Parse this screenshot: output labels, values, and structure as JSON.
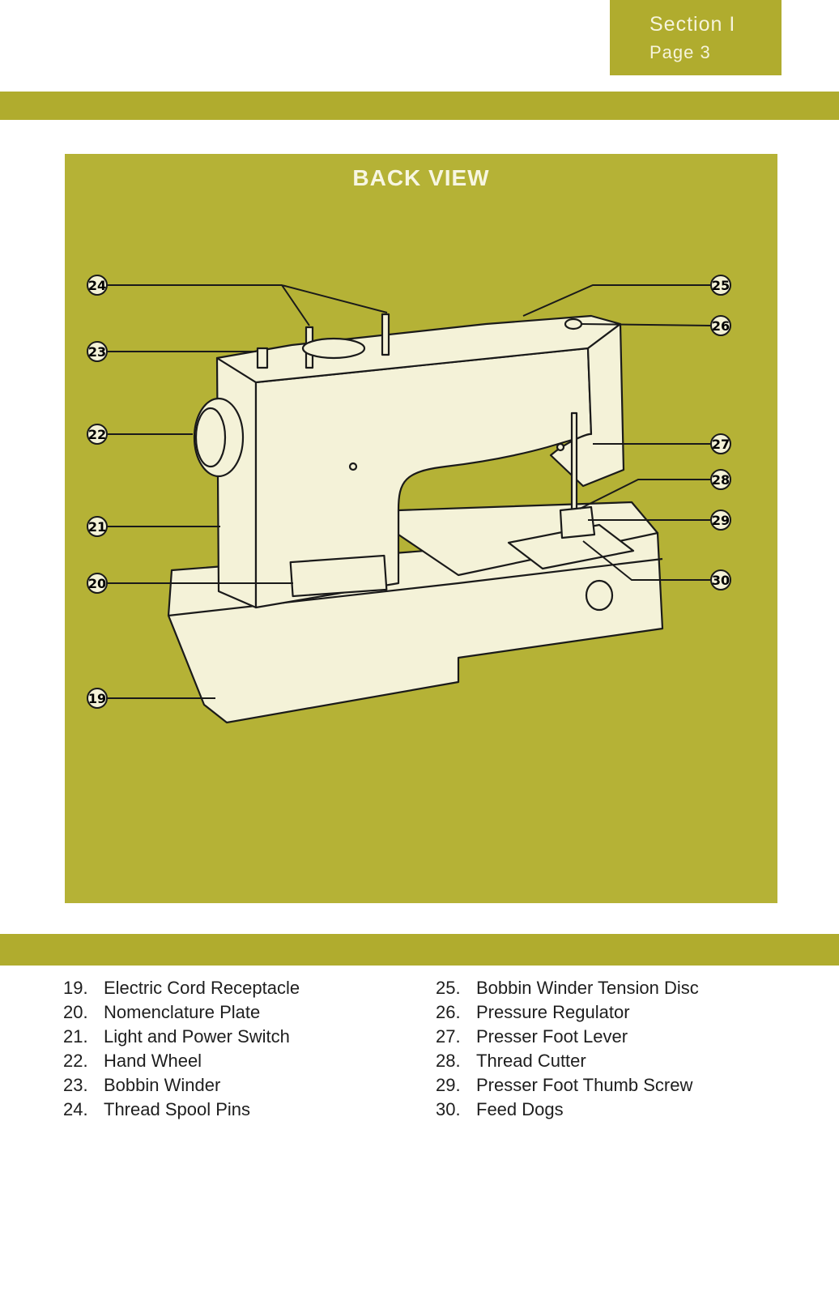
{
  "header": {
    "section_label": "Section I",
    "page_label": "Page 3"
  },
  "diagram": {
    "title": "BACK VIEW"
  },
  "callouts": [
    {
      "num": "24",
      "label": "Thread Spool Pins"
    },
    {
      "num": "23",
      "label": "Bobbin Winder"
    },
    {
      "num": "22",
      "label": "Hand Wheel"
    },
    {
      "num": "21",
      "label": "Light and Power Switch"
    },
    {
      "num": "20",
      "label": "Nomenclature Plate"
    },
    {
      "num": "19",
      "label": "Electric Cord Receptacle"
    },
    {
      "num": "25",
      "label": "Bobbin Winder Tension Disc"
    },
    {
      "num": "26",
      "label": "Pressure Regulator"
    },
    {
      "num": "27",
      "label": "Presser Foot Lever"
    },
    {
      "num": "28",
      "label": "Thread Cutter"
    },
    {
      "num": "29",
      "label": "Presser Foot Thumb Screw"
    },
    {
      "num": "30",
      "label": "Feed Dogs"
    }
  ],
  "legend_left": [
    {
      "num": "19.",
      "label": "Electric Cord Receptacle"
    },
    {
      "num": "20.",
      "label": "Nomenclature Plate"
    },
    {
      "num": "21.",
      "label": "Light and Power Switch"
    },
    {
      "num": "22.",
      "label": "Hand Wheel"
    },
    {
      "num": "23.",
      "label": "Bobbin Winder"
    },
    {
      "num": "24.",
      "label": "Thread Spool Pins"
    }
  ],
  "legend_right": [
    {
      "num": "25.",
      "label": "Bobbin Winder Tension Disc"
    },
    {
      "num": "26.",
      "label": "Pressure Regulator"
    },
    {
      "num": "27.",
      "label": "Presser Foot Lever"
    },
    {
      "num": "28.",
      "label": "Thread Cutter"
    },
    {
      "num": "29.",
      "label": "Presser Foot Thumb Screw"
    },
    {
      "num": "30.",
      "label": "Feed Dogs"
    }
  ],
  "colors": {
    "accent": "#b0ac2e",
    "panel": "#b5b236",
    "machine_fill": "#f4f2d8",
    "line": "#1a1a1a"
  }
}
